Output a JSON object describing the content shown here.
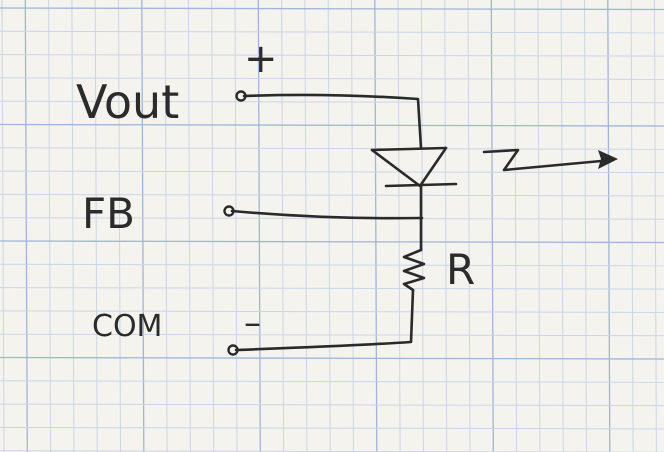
{
  "diagram": {
    "terminals": {
      "vout": {
        "label": "Vout",
        "polarity": "+"
      },
      "fb": {
        "label": "FB"
      },
      "com": {
        "label": "COM",
        "polarity": "–"
      }
    },
    "components": {
      "resistor": {
        "label": "R"
      },
      "led": {
        "icon": "led-icon",
        "emission": "light-emission-arrow"
      }
    },
    "colors": {
      "ink": "#2a2a2a",
      "paper": "#f4f3ee",
      "grid_minor": "#c9d6ea",
      "grid_major": "#9fb6d8"
    }
  }
}
